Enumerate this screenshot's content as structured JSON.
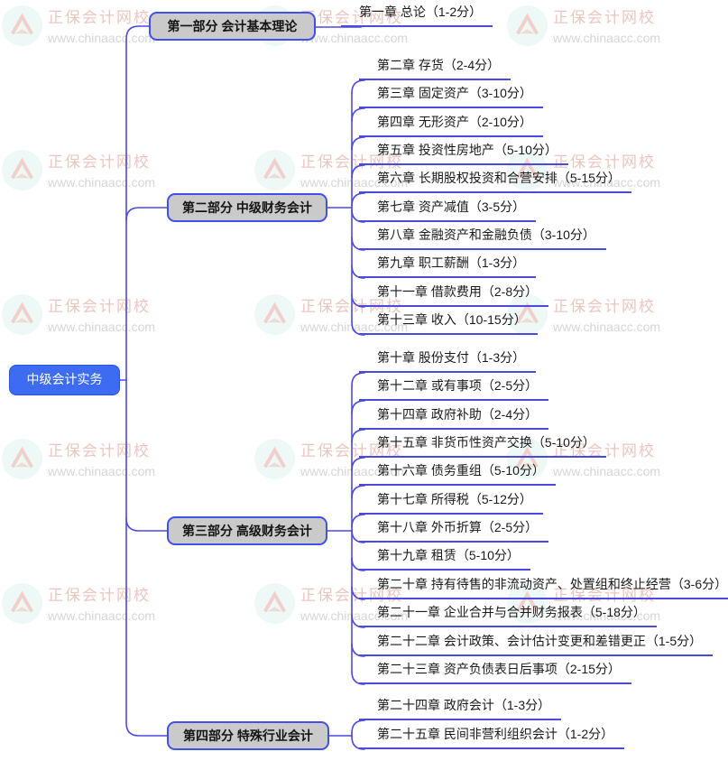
{
  "root": {
    "label": "中级会计实务"
  },
  "parts": [
    {
      "label": "第一部分 会计基本理论",
      "chapters": [
        "第一章 总论（1-2分）"
      ]
    },
    {
      "label": "第二部分 中级财务会计",
      "chapters": [
        "第二章 存货（2-4分）",
        "第三章 固定资产（3-10分）",
        "第四章 无形资产（2-10分）",
        "第五章 投资性房地产（5-10分）",
        "第六章 长期股权投资和合营安排（5-15分）",
        "第七章 资产减值（3-5分）",
        "第八章 金融资产和金融负债（3-10分）",
        "第九章 职工薪酬（1-3分）",
        "第十一章 借款费用（2-8分）",
        "第十三章 收入（10-15分）"
      ]
    },
    {
      "label": "第三部分 高级财务会计",
      "chapters": [
        "第十章 股份支付（1-3分）",
        "第十二章 或有事项（2-5分）",
        "第十四章 政府补助（2-4分）",
        "第十五章 非货币性资产交换（5-10分）",
        "第十六章 债务重组（5-10分）",
        "第十七章 所得税（5-12分）",
        "第十八章 外币折算（2-5分）",
        "第十九章 租赁（5-10分）",
        "第二十章 持有待售的非流动资产、处置组和终止经营（3-6分）",
        "第二十一章 企业合并与合并财务报表（5-18分）",
        "第二十二章 会计政策、会计估计变更和差错更正（1-5分）",
        "第二十三章 资产负债表日后事项（2-15分）"
      ]
    },
    {
      "label": "第四部分 特殊行业会计",
      "chapters": [
        "第二十四章 政府会计（1-3分）",
        "第二十五章 民间非营利组织会计（1-2分）"
      ]
    }
  ],
  "watermark": {
    "brand": "正保会计网校",
    "url": "www.chinaacc.com"
  },
  "colors": {
    "line": "#4B4ADF",
    "root_fill": "#3D6BF2",
    "root_border": "#2D53D8",
    "part_fill": "#CACACA",
    "part_border": "#4050E8",
    "text": "#1A1A1A",
    "watermark_brand": "#ECC5BF",
    "watermark_url": "#D6D6D6",
    "logo_bg": "#E1F3F1",
    "logo_mark": "#E89890"
  }
}
